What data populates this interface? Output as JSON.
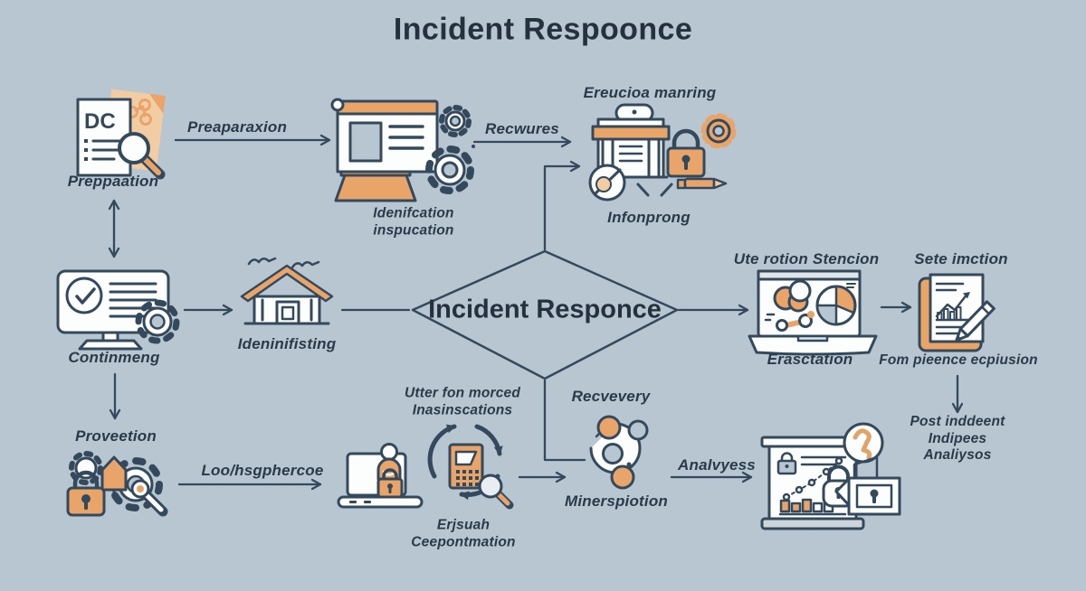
{
  "title": "Incident Respoonce",
  "decision": {
    "label": "Incident Responce"
  },
  "nodes": {
    "preparation": {
      "label": "Preppaation",
      "doc_text": "DC"
    },
    "identification": {
      "label": "Idenifcation\ninspucation"
    },
    "containment_planning": {
      "top_label": "Ereucioa manring",
      "bottom_label": "Infonprong"
    },
    "containment": {
      "label": "Continmeng"
    },
    "identifying": {
      "label": "Ideninifisting"
    },
    "eradication": {
      "top_label": "Ute rotion Stencion",
      "bottom_label": "Erasctation"
    },
    "lessons": {
      "top_label": "Sete imction",
      "bottom_label": "Fom pieence ecpiusion"
    },
    "post_incident": {
      "label": "Post inddeent\nIndipees Analiysos"
    },
    "protection": {
      "label": "Proveetion"
    },
    "investigation": {
      "top_label": "Utter fon morced\nInasinscations",
      "bottom_label": "Erjsuah\nCeepontmation"
    },
    "recovery": {
      "top_label": "Recvevery",
      "bottom_label": "Minerspiotion"
    }
  },
  "arrow_labels": {
    "preparation": "Preaparaxion",
    "requires": "Recwures",
    "log": "Loo/hsgphercoe",
    "analysis": "Analvyess"
  },
  "colors": {
    "background": "#b7c6d0",
    "outline": "#35495c",
    "text": "#2b3a4a",
    "title_text": "#25313f",
    "orange": "#e9a569",
    "orange_light": "#f2cda4",
    "white": "#fcfdfd"
  }
}
